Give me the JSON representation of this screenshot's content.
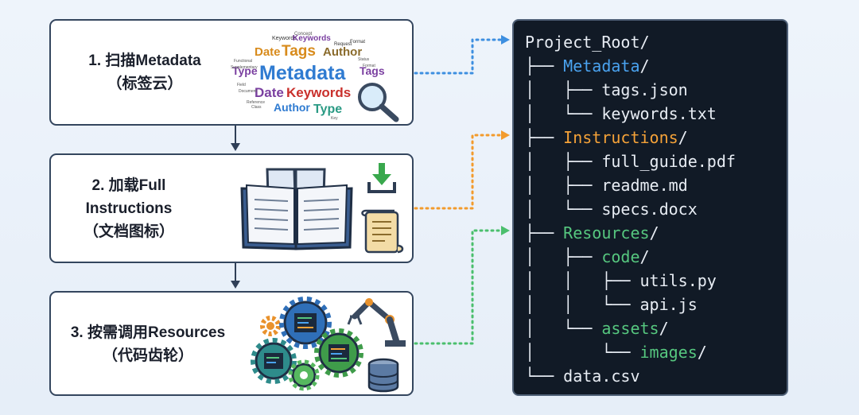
{
  "cards": [
    {
      "line1": "1. 扫描Metadata",
      "line2": "（标签云）"
    },
    {
      "line1": "2. 加载Full",
      "line2": "Instructions",
      "line3": "（文档图标）"
    },
    {
      "line1": "3. 按需调用Resources",
      "line2": "（代码齿轮）"
    }
  ],
  "tag_cloud": {
    "words": [
      "Concept",
      "Keywords",
      "Keywords",
      "Request",
      "Format",
      "Date",
      "Tags",
      "Author",
      "Metadata",
      "Type",
      "Tags",
      "Date",
      "Keywords",
      "Author",
      "Type",
      "Functional",
      "Supplementary",
      "Field",
      "Document",
      "Status",
      "Reference",
      "Class",
      "Format",
      "Key"
    ]
  },
  "tree": {
    "root": "Project_Root/",
    "metadata": "Metadata",
    "tags_json": "tags.json",
    "keywords_txt": "keywords.txt",
    "instructions": "Instructions",
    "full_guide": "full_guide.pdf",
    "readme": "readme.md",
    "specs": "specs.docx",
    "resources": "Resources",
    "code": "code",
    "utils": "utils.py",
    "api": "api.js",
    "assets": "assets",
    "images": "images",
    "data_csv": "data.csv",
    "slash": "/"
  },
  "colors": {
    "metadata": "#4aa3f0",
    "instructions": "#f5a238",
    "resources": "#56c77f",
    "terminal_bg": "#111a26"
  }
}
